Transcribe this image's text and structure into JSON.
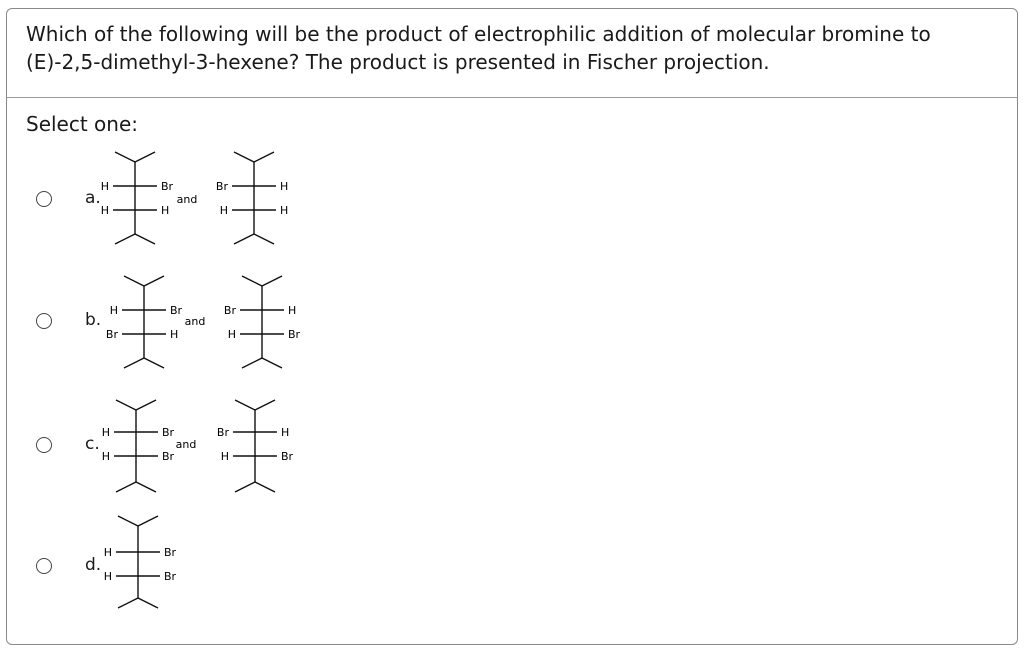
{
  "question": {
    "line1": "Which of the following will be the product of electrophilic addition of molecular bromine to",
    "line2": "(E)-2,5-dimethyl-3-hexene? The product is presented in Fischer projection."
  },
  "prompt": "Select one:",
  "connector": "and",
  "options": [
    {
      "letter": "a.",
      "structures": [
        {
          "left": [
            "H",
            "H"
          ],
          "right": [
            "Br",
            "H"
          ]
        },
        {
          "left": [
            "Br",
            "H"
          ],
          "right": [
            "H",
            "H"
          ]
        }
      ]
    },
    {
      "letter": "b.",
      "structures": [
        {
          "left": [
            "H",
            "Br"
          ],
          "right": [
            "Br",
            "H"
          ]
        },
        {
          "left": [
            "Br",
            "H"
          ],
          "right": [
            "H",
            "Br"
          ]
        }
      ]
    },
    {
      "letter": "c.",
      "structures": [
        {
          "left": [
            "H",
            "H"
          ],
          "right": [
            "Br",
            "Br"
          ]
        },
        {
          "left": [
            "Br",
            "H"
          ],
          "right": [
            "H",
            "Br"
          ]
        }
      ]
    },
    {
      "letter": "d.",
      "structures": [
        {
          "left": [
            "H",
            "H"
          ],
          "right": [
            "Br",
            "Br"
          ]
        }
      ]
    }
  ]
}
